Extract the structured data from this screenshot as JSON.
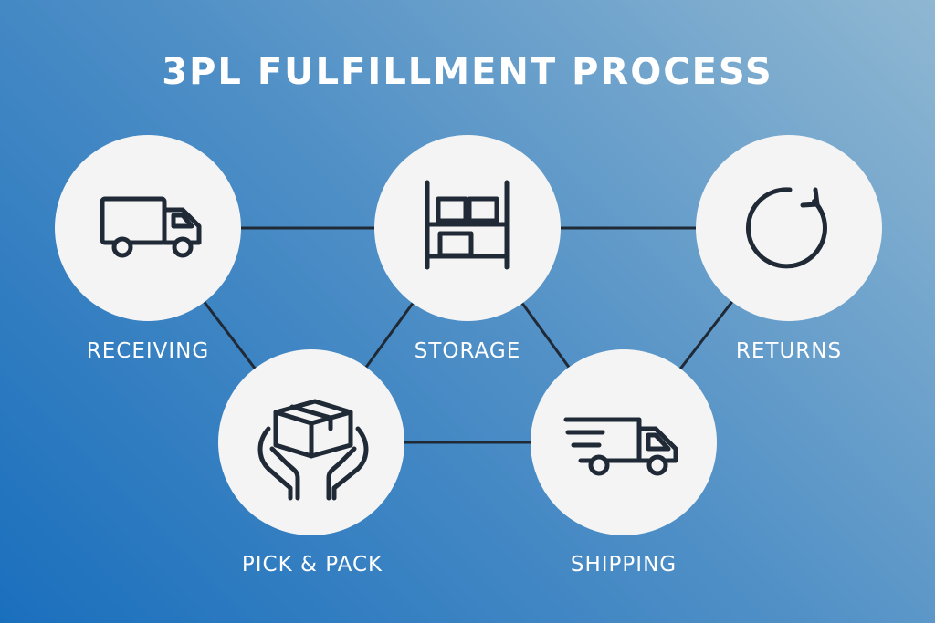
{
  "title": "3PL FULFILLMENT PROCESS",
  "steps": [
    {
      "id": "receiving",
      "label": "RECEIVING",
      "icon": "truck-icon"
    },
    {
      "id": "storage",
      "label": "STORAGE",
      "icon": "shelving-icon"
    },
    {
      "id": "returns",
      "label": "RETURNS",
      "icon": "refresh-icon"
    },
    {
      "id": "pick-pack",
      "label": "PICK & PACK",
      "icon": "box-in-hands-icon"
    },
    {
      "id": "shipping",
      "label": "SHIPPING",
      "icon": "fast-truck-icon"
    }
  ],
  "connections": [
    [
      "receiving",
      "storage"
    ],
    [
      "storage",
      "returns"
    ],
    [
      "receiving",
      "pick-pack"
    ],
    [
      "storage",
      "pick-pack"
    ],
    [
      "storage",
      "shipping"
    ],
    [
      "returns",
      "shipping"
    ],
    [
      "pick-pack",
      "shipping"
    ]
  ],
  "colors": {
    "background_start": "#1a6fbd",
    "background_end": "#8fb7d2",
    "node_fill": "#f4f4f4",
    "line": "#1f2a36",
    "icon": "#1f2a36",
    "text": "#ffffff"
  }
}
